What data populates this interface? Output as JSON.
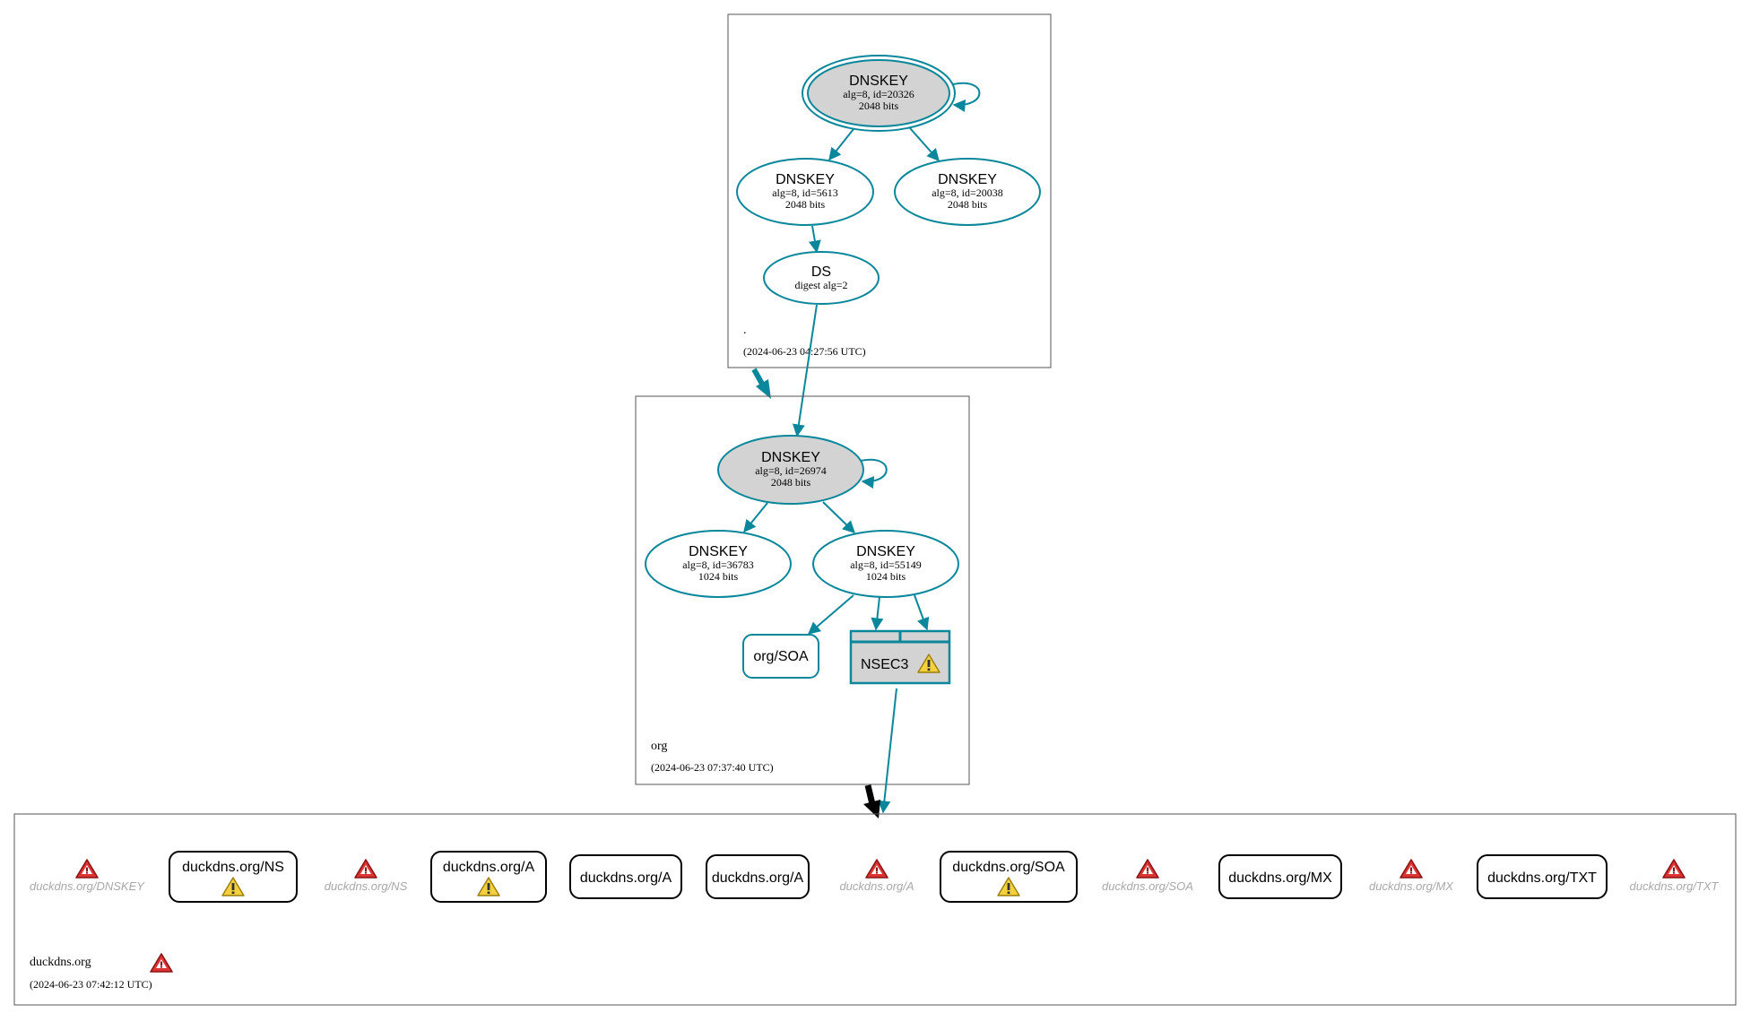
{
  "colors": {
    "edge": "#0a879a",
    "node_fill_ksk": "#d3d3d3",
    "warning_yellow": "#f4d03f",
    "error_red": "#cc2222",
    "missing_text": "#a8a8a8",
    "delegation_arrow": "#000000"
  },
  "zones": {
    "root": {
      "name": ".",
      "timestamp": "(2024-06-23 04:27:56 UTC)",
      "nodes": {
        "ksk": {
          "title": "DNSKEY",
          "line1": "alg=8, id=20326",
          "line2": "2048 bits"
        },
        "zsk1": {
          "title": "DNSKEY",
          "line1": "alg=8, id=5613",
          "line2": "2048 bits"
        },
        "zsk2": {
          "title": "DNSKEY",
          "line1": "alg=8, id=20038",
          "line2": "2048 bits"
        },
        "ds": {
          "title": "DS",
          "line1": "digest alg=2"
        }
      }
    },
    "org": {
      "name": "org",
      "timestamp": "(2024-06-23 07:37:40 UTC)",
      "nodes": {
        "ksk": {
          "title": "DNSKEY",
          "line1": "alg=8, id=26974",
          "line2": "2048 bits"
        },
        "zsk1": {
          "title": "DNSKEY",
          "line1": "alg=8, id=36783",
          "line2": "1024 bits"
        },
        "zsk2": {
          "title": "DNSKEY",
          "line1": "alg=8, id=55149",
          "line2": "1024 bits"
        },
        "soa": {
          "label": "org/SOA"
        },
        "nsec3": {
          "label": "NSEC3",
          "warning": true
        }
      }
    },
    "duckdns": {
      "name": "duckdns.org",
      "timestamp": "(2024-06-23 07:42:12 UTC)",
      "zone_error": true,
      "records": [
        {
          "label": "duckdns.org/DNSKEY",
          "kind": "missing"
        },
        {
          "label": "duckdns.org/NS",
          "kind": "rrset",
          "warning": true
        },
        {
          "label": "duckdns.org/NS",
          "kind": "missing"
        },
        {
          "label": "duckdns.org/A",
          "kind": "rrset",
          "warning": true
        },
        {
          "label": "duckdns.org/A",
          "kind": "rrset",
          "warning": false
        },
        {
          "label": "duckdns.org/A",
          "kind": "rrset",
          "warning": false
        },
        {
          "label": "duckdns.org/A",
          "kind": "missing"
        },
        {
          "label": "duckdns.org/SOA",
          "kind": "rrset",
          "warning": true
        },
        {
          "label": "duckdns.org/SOA",
          "kind": "missing"
        },
        {
          "label": "duckdns.org/MX",
          "kind": "rrset",
          "warning": false
        },
        {
          "label": "duckdns.org/MX",
          "kind": "missing"
        },
        {
          "label": "duckdns.org/TXT",
          "kind": "rrset",
          "warning": false
        },
        {
          "label": "duckdns.org/TXT",
          "kind": "missing"
        }
      ]
    }
  }
}
